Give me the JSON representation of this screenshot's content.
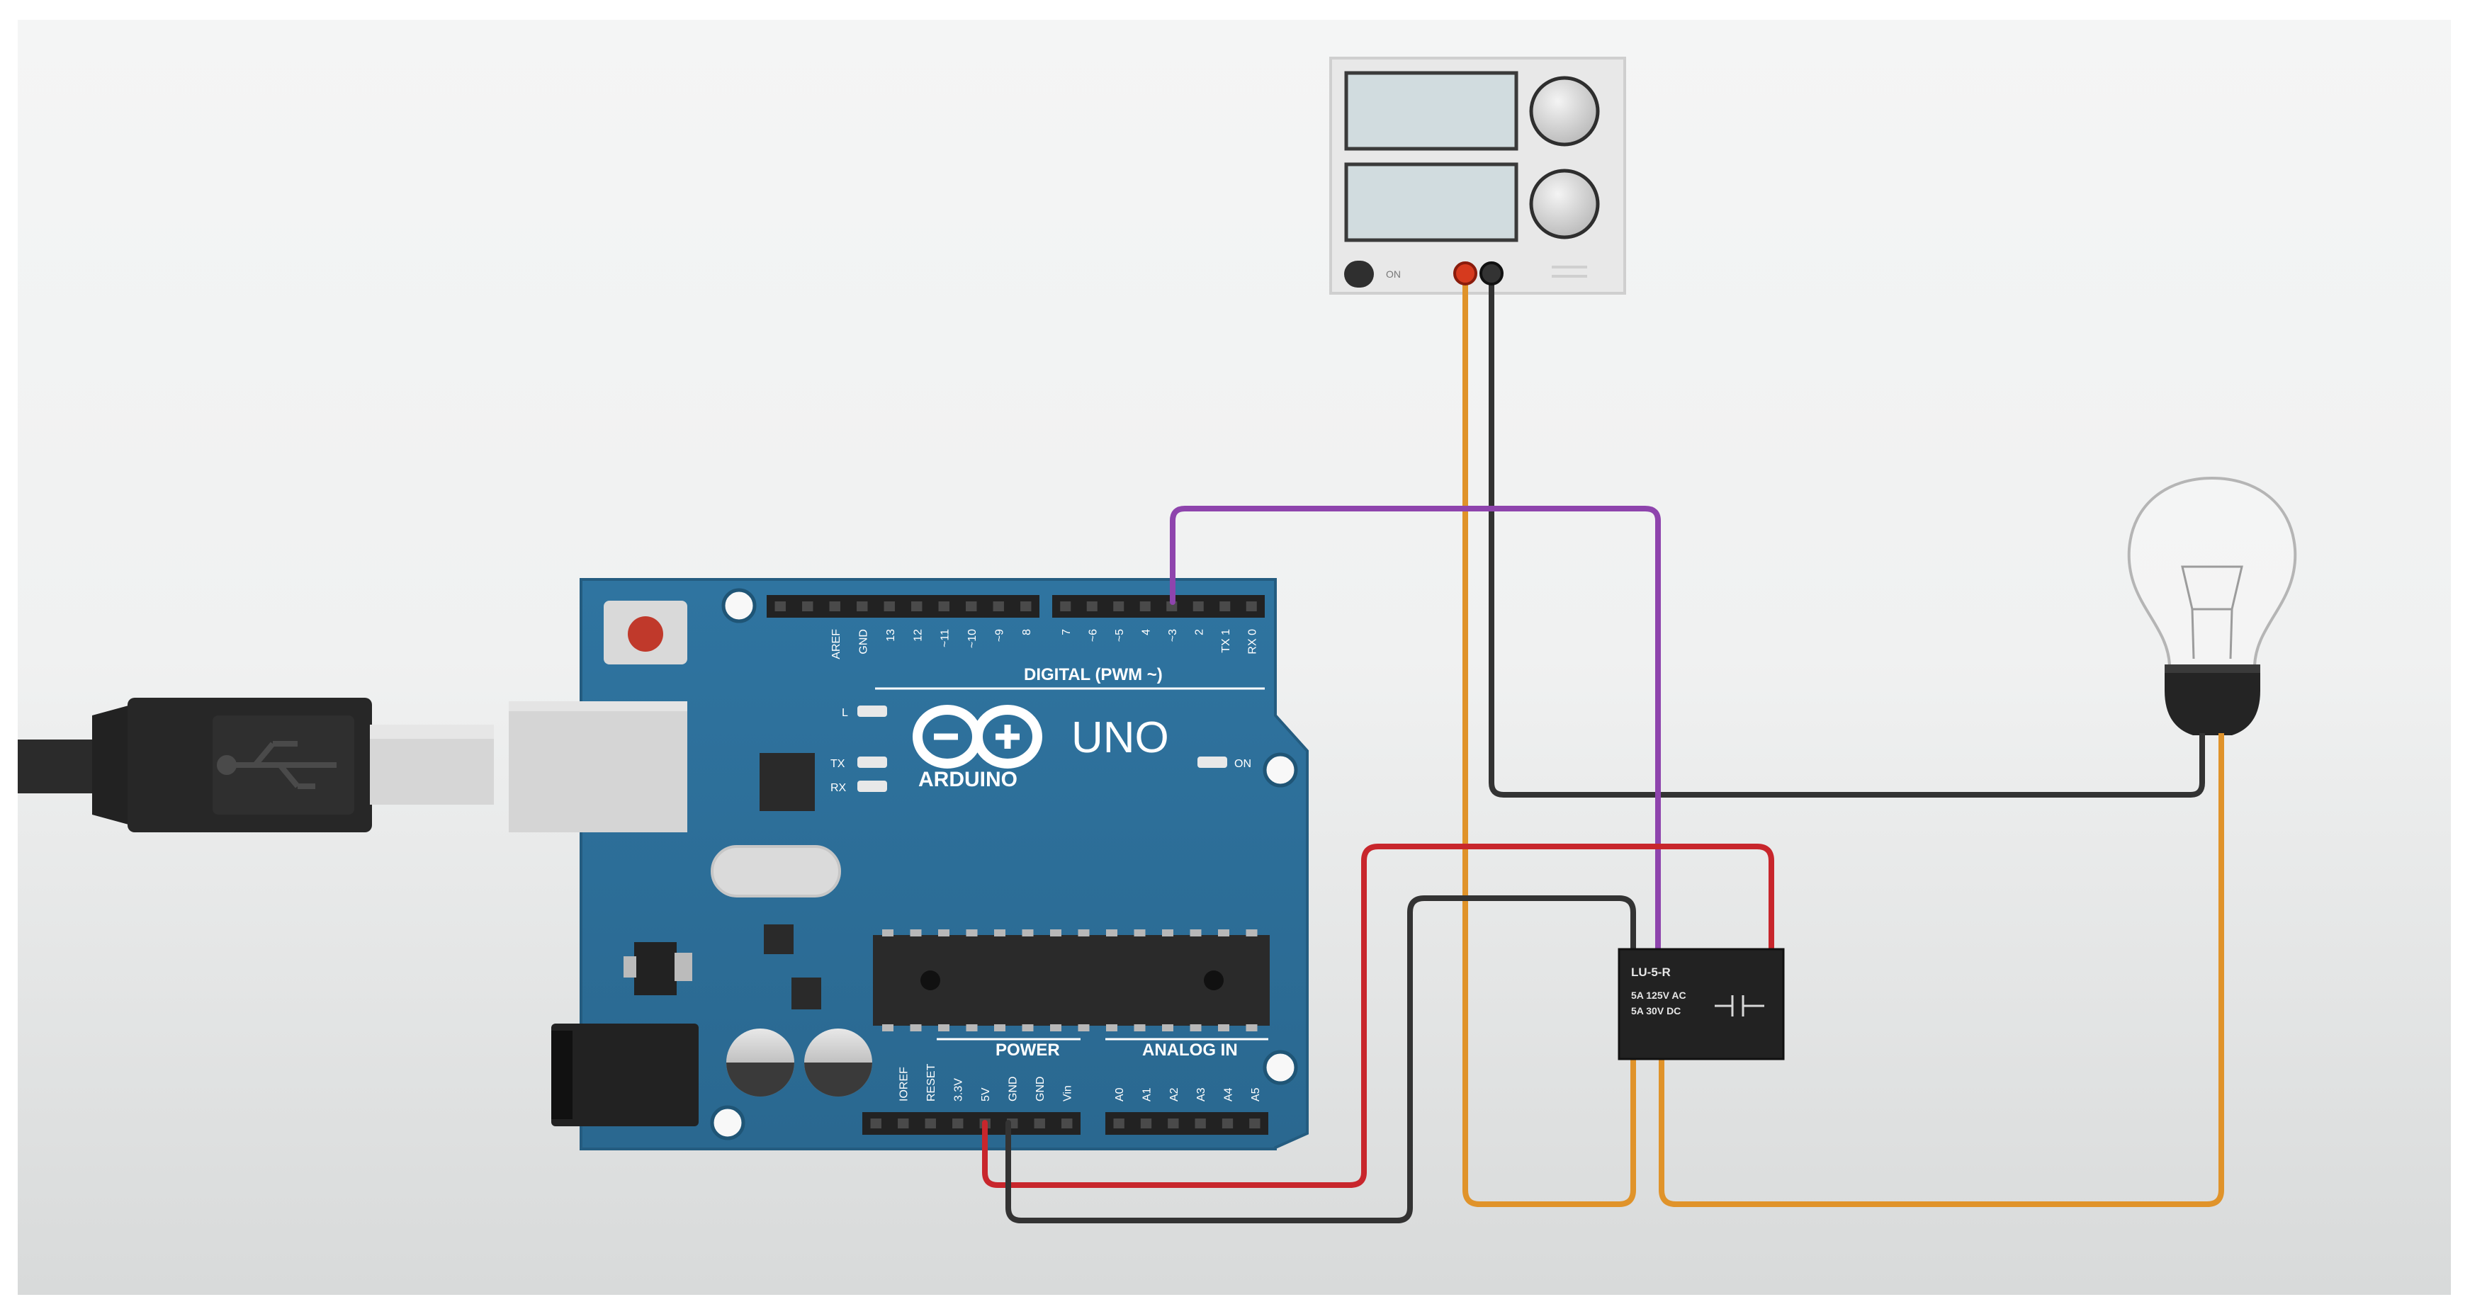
{
  "board": {
    "brand": "ARDUINO",
    "model": "UNO",
    "digital_header_label": "DIGITAL (PWM ~)",
    "power_header_label": "POWER",
    "analog_header_label": "ANALOG IN",
    "led_l": "L",
    "led_tx": "TX",
    "led_rx": "RX",
    "led_on": "ON",
    "pins_left": [
      "AREF",
      "GND",
      "13",
      "12",
      "~11",
      "~10",
      "~9",
      "8"
    ],
    "pins_right": [
      "7",
      "~6",
      "~5",
      "4",
      "~3",
      "2",
      "TX 1",
      "RX 0"
    ],
    "power_pins": [
      "IOREF",
      "RESET",
      "3.3V",
      "5V",
      "GND",
      "GND",
      "Vin"
    ],
    "analog_pins": [
      "A0",
      "A1",
      "A2",
      "A3",
      "A4",
      "A5"
    ]
  },
  "relay": {
    "part": "LU-5-R",
    "rating_1": "5A 125V AC",
    "rating_2": "5A 30V DC"
  },
  "power_supply": {
    "switch_label": "ON"
  },
  "colors": {
    "board": "#2c6f95",
    "wire_5v": "#c8262c",
    "wire_gnd": "#333333",
    "wire_signal": "#8e44ad",
    "wire_mains": "#e0932a"
  },
  "icons": {
    "usb_plug": "usb-plug-icon",
    "bulb": "light-bulb-icon",
    "arduino_logo": "infinity-logo-icon"
  }
}
